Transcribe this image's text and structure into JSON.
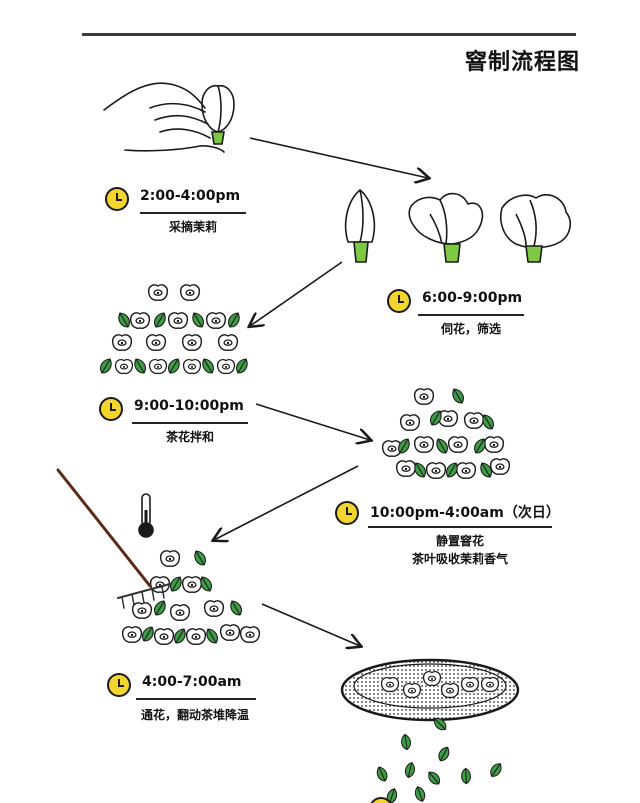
{
  "title": "窨制流程图",
  "steps": [
    {
      "time": "2:00-4:00pm",
      "desc": [
        "采摘茉莉"
      ]
    },
    {
      "time": "6:00-9:00pm",
      "desc": [
        "伺花，筛选"
      ]
    },
    {
      "time": "9:00-10:00pm",
      "desc": [
        "茶花拌和"
      ]
    },
    {
      "time": "10:00pm-4:00am（次日）",
      "desc": [
        "静置窨花",
        "茶叶吸收茉莉香气"
      ]
    },
    {
      "time": "4:00-7:00am",
      "desc": [
        "通花，翻动茶堆降温"
      ]
    }
  ],
  "colors": {
    "clock": "#f2d52d",
    "bud_base": "#7ec843",
    "leaf": "#3f9a45",
    "sieve": "#e8e8e8",
    "line": "#1a1a1a"
  },
  "icons": [
    "clock-icon",
    "hand-picking-icon",
    "jasmine-bud-icon",
    "tea-flower-mix-icon",
    "thermometer-icon",
    "rake-icon",
    "sieve-icon"
  ]
}
